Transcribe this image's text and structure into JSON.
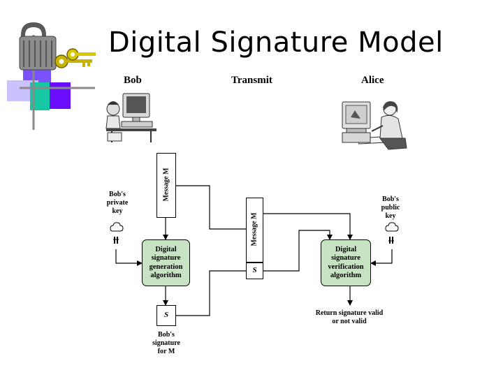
{
  "slide": {
    "title": "Digital Signature Model"
  },
  "headers": {
    "sender": "Bob",
    "channel": "Transmit",
    "receiver": "Alice"
  },
  "diagram": {
    "private_key_label": "Bob's private key",
    "public_key_label": "Bob's public key",
    "message_label": "Message M",
    "gen_algorithm": "Digital signature generation algorithm",
    "ver_algorithm": "Digital signature verification algorithm",
    "sig_symbol": "S",
    "signature_label": "Bob's signature for M",
    "result_label": "Return signature valid or not valid"
  },
  "colors": {
    "algorithm_fill": "#c8e3c4",
    "decor_purple": "#6a0dff",
    "decor_teal": "#17c7a3",
    "decor_lavender": "#c9c2ff"
  }
}
